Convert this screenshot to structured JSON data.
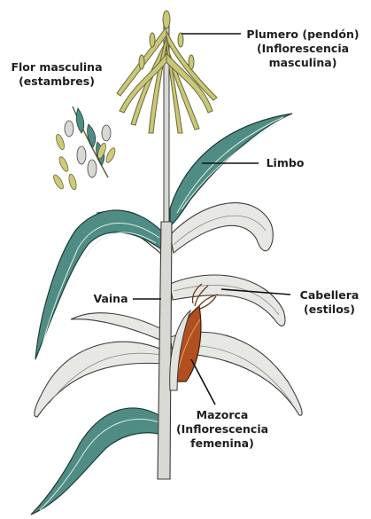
{
  "labels": {
    "plumero": [
      "Plumero (pendón)",
      "(Inflorescencia",
      "masculina)"
    ],
    "flor_masculina": [
      "Flor masculina",
      "(estambres)"
    ],
    "limbo": "Limbo",
    "vaina": "Vaina",
    "cabellera": [
      "Cabellera",
      "(estilos)"
    ],
    "mazorca": [
      "Mazorca",
      "(Inflorescencia",
      "femenina)"
    ]
  },
  "colors": {
    "leaf_green": "#4f8d84",
    "leaf_white": "#e7e7e4",
    "stalk": "#d9d9d4",
    "tassel": "#c9c77a",
    "cob": "#b0501e"
  }
}
